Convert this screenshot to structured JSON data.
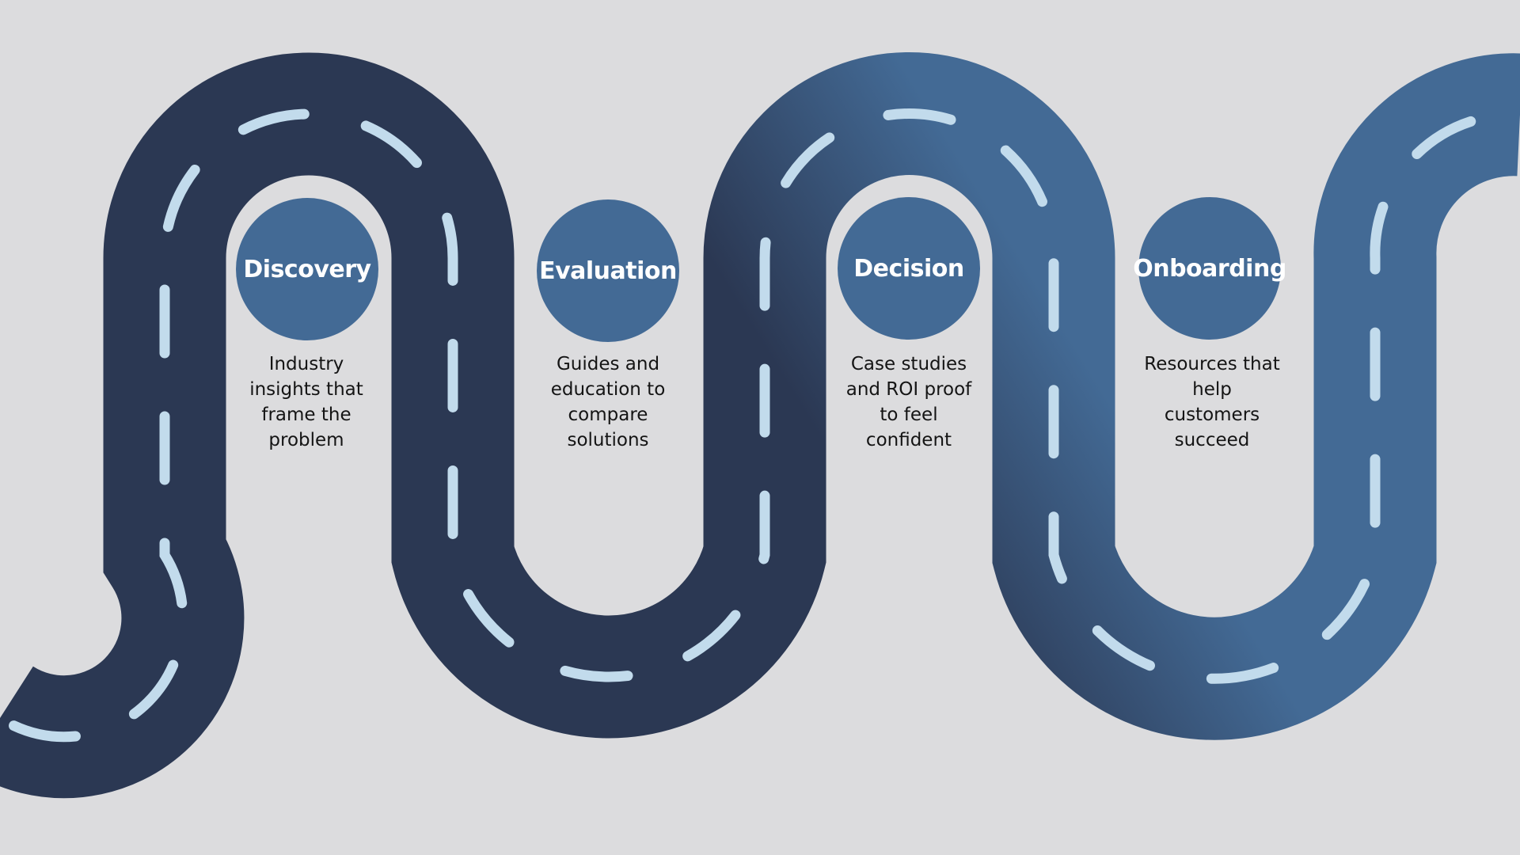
{
  "colors": {
    "background": "#dcdcde",
    "road": "#2b3853",
    "road_end": "#436a95",
    "lane_marking": "#c2dbec",
    "circle": "#436a95",
    "circle_text": "#ffffff",
    "description_text": "#141414"
  },
  "stages": [
    {
      "title": "Discovery",
      "description_lines": [
        "Industry",
        "insights that",
        "frame the",
        "problem"
      ]
    },
    {
      "title": "Evaluation",
      "description_lines": [
        "Guides and",
        "education to",
        "compare",
        "solutions"
      ]
    },
    {
      "title": "Decision",
      "description_lines": [
        "Case studies",
        "and ROI proof",
        "to feel",
        "confident"
      ]
    },
    {
      "title": "Onboarding",
      "description_lines": [
        "Resources that",
        "help",
        "customers",
        "succeed"
      ]
    }
  ]
}
